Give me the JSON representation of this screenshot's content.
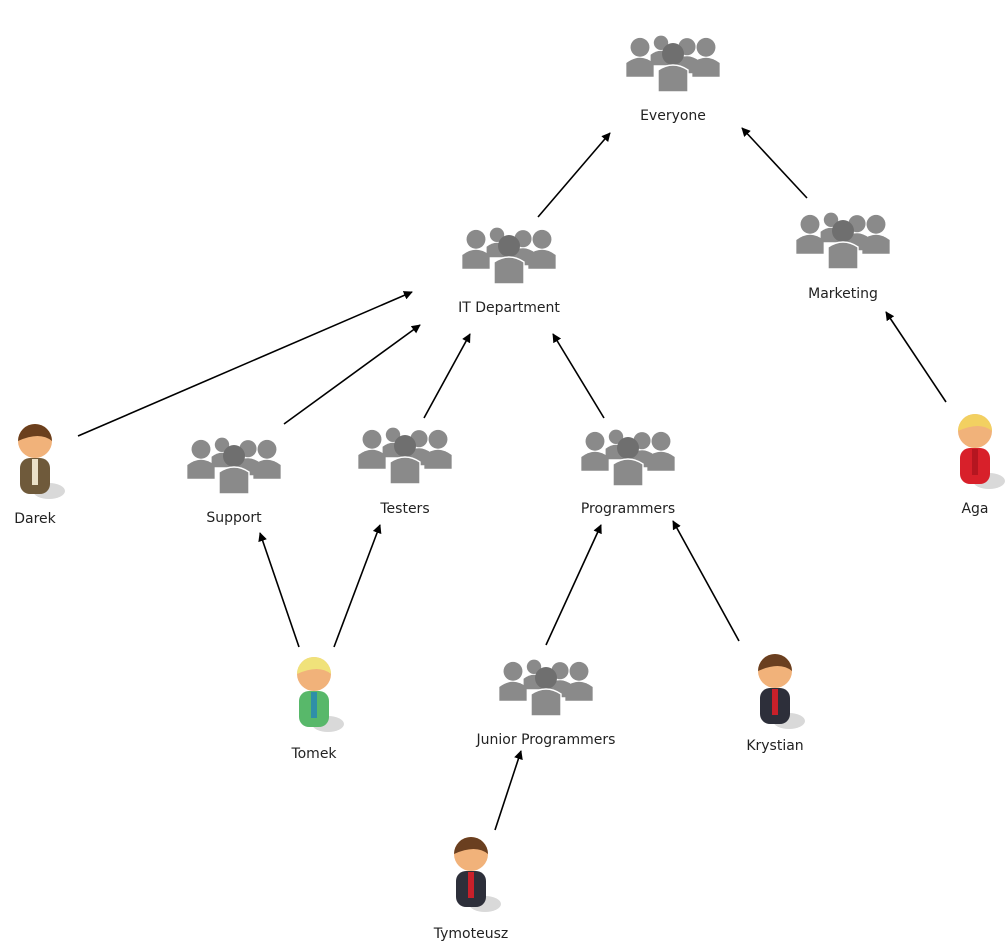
{
  "colors": {
    "edge": "#000000",
    "group": "#8a8a8a",
    "group_shade": "#6f6f6f",
    "skin": "#f1b27a",
    "shadow": "#cfcfcf"
  },
  "groups": [
    {
      "id": "everyone",
      "label": "Everyone"
    },
    {
      "id": "it",
      "label": "IT Department"
    },
    {
      "id": "marketing",
      "label": "Marketing"
    },
    {
      "id": "support",
      "label": "Support"
    },
    {
      "id": "testers",
      "label": "Testers"
    },
    {
      "id": "programmers",
      "label": "Programmers"
    },
    {
      "id": "junior",
      "label": "Junior Programmers"
    }
  ],
  "users": [
    {
      "id": "darek",
      "label": "Darek",
      "icon": "user-darek-icon",
      "hair": "#6b3f1d",
      "body": "#6f5a3b",
      "accent": "#eae0c8"
    },
    {
      "id": "aga",
      "label": "Aga",
      "icon": "user-aga-icon",
      "hair": "#f2d061",
      "body": "#d8202a",
      "accent": "#b51620"
    },
    {
      "id": "tomek",
      "label": "Tomek",
      "icon": "user-tomek-icon",
      "hair": "#f0e27a",
      "body": "#58b86a",
      "accent": "#2f8fa8"
    },
    {
      "id": "krystian",
      "label": "Krystian",
      "icon": "user-krystian-icon",
      "hair": "#6a3f20",
      "body": "#2d2f3a",
      "accent": "#c8202a"
    },
    {
      "id": "tymoteusz",
      "label": "Tymoteusz",
      "icon": "user-tymoteusz-icon",
      "hair": "#6a3f20",
      "body": "#2d2f3a",
      "accent": "#c8202a"
    }
  ],
  "edges": [
    {
      "from": "it",
      "to": "everyone"
    },
    {
      "from": "marketing",
      "to": "everyone"
    },
    {
      "from": "darek",
      "to": "it"
    },
    {
      "from": "support",
      "to": "it"
    },
    {
      "from": "testers",
      "to": "it"
    },
    {
      "from": "programmers",
      "to": "it"
    },
    {
      "from": "aga",
      "to": "marketing"
    },
    {
      "from": "tomek",
      "to": "support"
    },
    {
      "from": "tomek",
      "to": "testers"
    },
    {
      "from": "junior",
      "to": "programmers"
    },
    {
      "from": "krystian",
      "to": "programmers"
    },
    {
      "from": "tymoteusz",
      "to": "junior"
    }
  ]
}
